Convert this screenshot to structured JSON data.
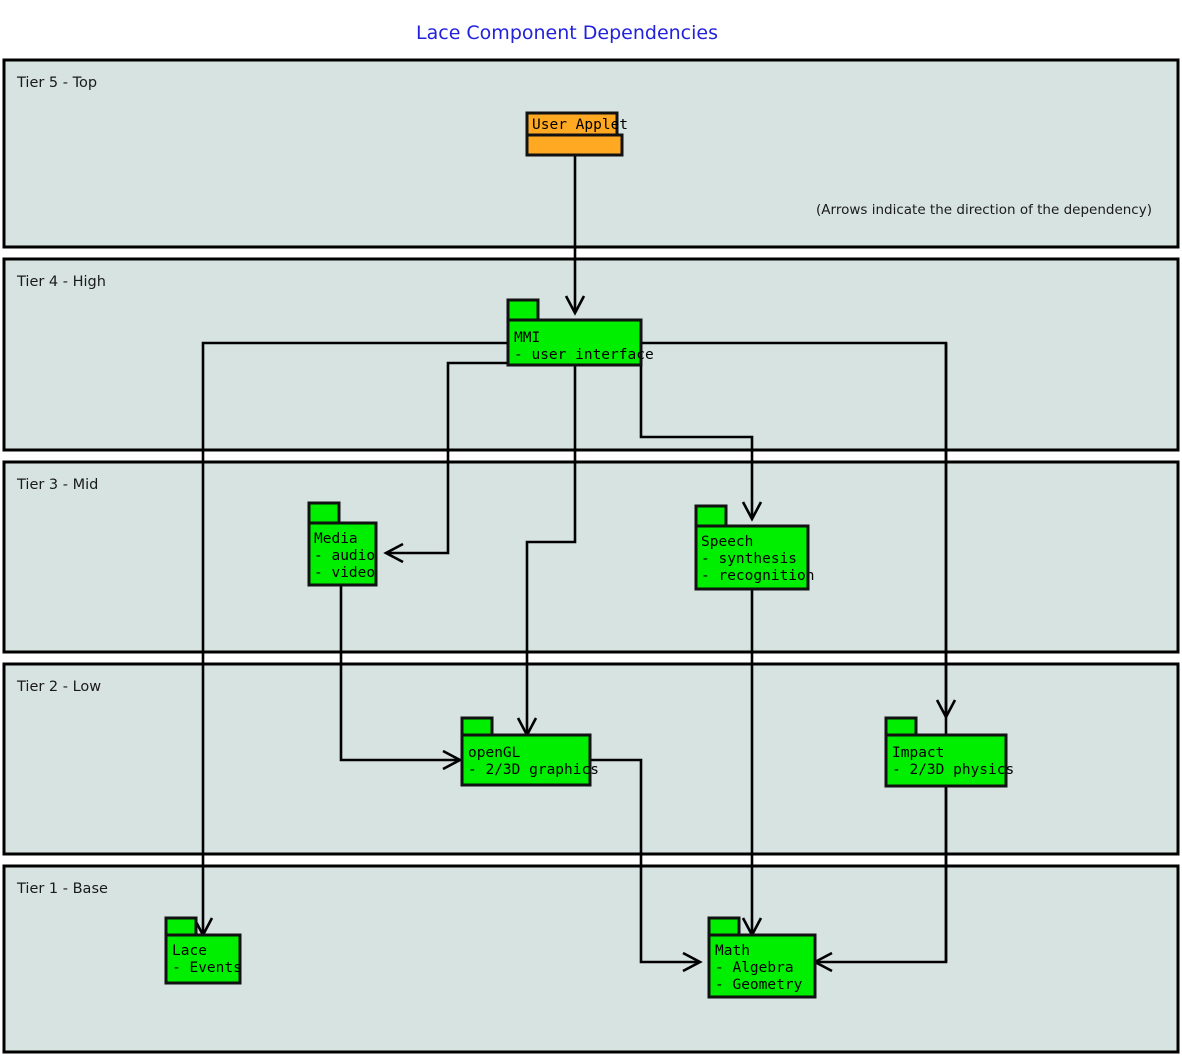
{
  "title": "Lace Component Dependencies",
  "note": "(Arrows indicate the direction of the dependency)",
  "colors": {
    "title": "#2222dd",
    "tier_fill": "#d7e3e1",
    "tier_stroke": "#000000",
    "package_green": "#00ee00",
    "package_orange": "#ffa822",
    "edge": "#000000"
  },
  "tiers": [
    {
      "id": "tier5",
      "label": "Tier 5 - Top"
    },
    {
      "id": "tier4",
      "label": "Tier 4 - High"
    },
    {
      "id": "tier3",
      "label": "Tier 3 - Mid"
    },
    {
      "id": "tier2",
      "label": "Tier 2 - Low"
    },
    {
      "id": "tier1",
      "label": "Tier 1 - Base"
    }
  ],
  "packages": [
    {
      "id": "user-applet",
      "tier": "tier5",
      "color": "orange",
      "name": "User Applet",
      "items": []
    },
    {
      "id": "mmi",
      "tier": "tier4",
      "color": "green",
      "name": "MMI",
      "items": [
        "- user interface"
      ]
    },
    {
      "id": "media",
      "tier": "tier3",
      "color": "green",
      "name": "Media",
      "items": [
        "- audio",
        "- video"
      ]
    },
    {
      "id": "speech",
      "tier": "tier3",
      "color": "green",
      "name": "Speech",
      "items": [
        "- synthesis",
        "- recognition"
      ]
    },
    {
      "id": "opengl",
      "tier": "tier2",
      "color": "green",
      "name": "openGL",
      "items": [
        "- 2/3D graphics"
      ]
    },
    {
      "id": "impact",
      "tier": "tier2",
      "color": "green",
      "name": "Impact",
      "items": [
        "- 2/3D physics"
      ]
    },
    {
      "id": "lace",
      "tier": "tier1",
      "color": "green",
      "name": "Lace",
      "items": [
        "- Events"
      ]
    },
    {
      "id": "math",
      "tier": "tier1",
      "color": "green",
      "name": "Math",
      "items": [
        "- Algebra",
        "- Geometry"
      ]
    }
  ],
  "dependencies": [
    {
      "from": "user-applet",
      "to": "mmi"
    },
    {
      "from": "mmi",
      "to": "lace"
    },
    {
      "from": "mmi",
      "to": "media"
    },
    {
      "from": "mmi",
      "to": "opengl"
    },
    {
      "from": "mmi",
      "to": "speech"
    },
    {
      "from": "mmi",
      "to": "math"
    },
    {
      "from": "media",
      "to": "opengl"
    },
    {
      "from": "speech",
      "to": "math"
    },
    {
      "from": "opengl",
      "to": "math"
    },
    {
      "from": "impact",
      "to": "math"
    }
  ]
}
